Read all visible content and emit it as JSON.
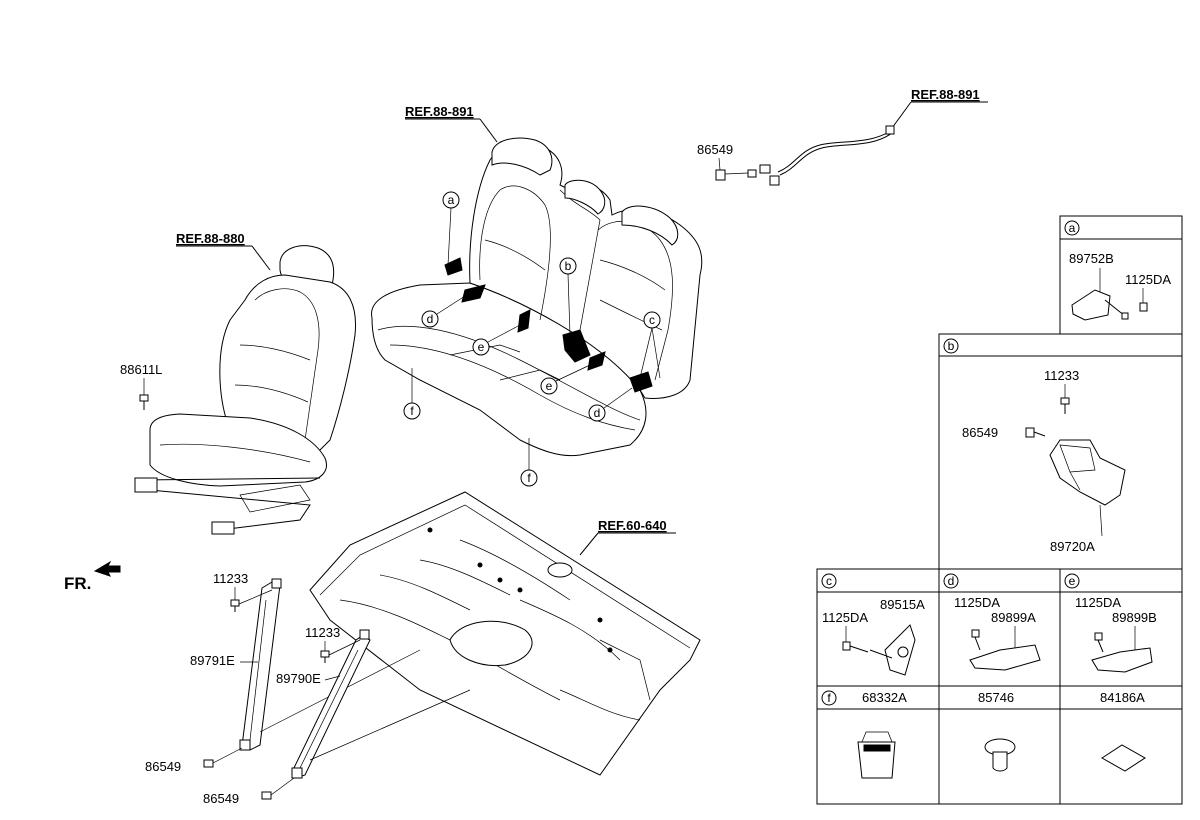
{
  "refs": {
    "rear_seat": "REF.88-891",
    "harness": "REF.88-891",
    "front_seat": "REF.88-880",
    "floor": "REF.60-640"
  },
  "front_label": "FR.",
  "callouts": {
    "front_seat_bolt": "88611L",
    "harness_bolt": "86549",
    "strap1_bolt_top": "11233",
    "strap1": "89791E",
    "strap1_bolt_bottom": "86549",
    "strap2_bolt_top": "11233",
    "strap2": "89790E",
    "strap2_bolt_bottom": "86549"
  },
  "seat_markers": [
    "a",
    "b",
    "c",
    "d",
    "d",
    "e",
    "e",
    "f",
    "f"
  ],
  "detail_panels": {
    "a": {
      "letter": "a",
      "parts": [
        "89752B",
        "1125DA"
      ]
    },
    "b": {
      "letter": "b",
      "parts": [
        "11233",
        "86549",
        "89720A"
      ]
    },
    "c": {
      "letter": "c",
      "parts": [
        "1125DA",
        "89515A"
      ]
    },
    "d": {
      "letter": "d",
      "parts": [
        "1125DA",
        "89899A"
      ]
    },
    "e": {
      "letter": "e",
      "parts": [
        "1125DA",
        "89899B"
      ]
    },
    "f": {
      "letter": "f",
      "parts": [
        "68332A"
      ]
    },
    "g": {
      "parts": [
        "85746"
      ]
    },
    "h": {
      "parts": [
        "84186A"
      ]
    }
  }
}
